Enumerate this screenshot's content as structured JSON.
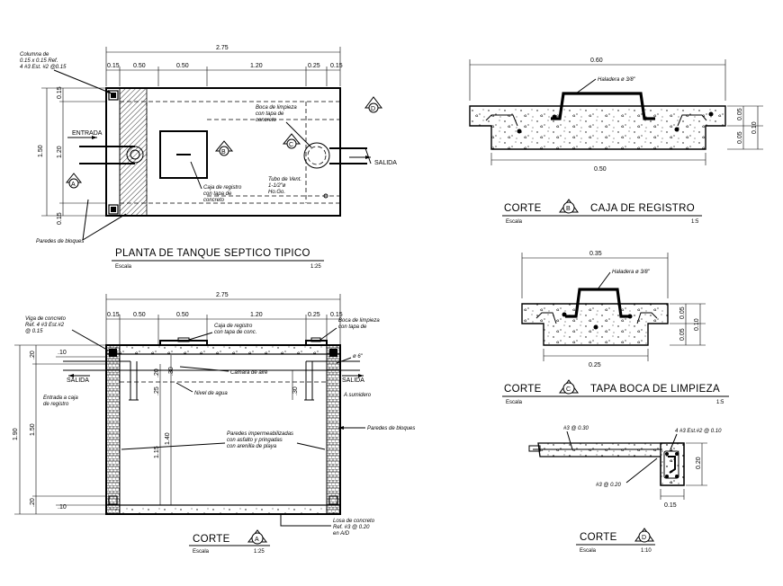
{
  "plan": {
    "title": "PLANTA DE TANQUE SEPTICO TIPICO",
    "scale_label": "Escala",
    "scale_value": "1:25",
    "dim_total": "2.75",
    "dim_segments": [
      "0.15",
      "0.50",
      "0.50",
      "1.20",
      "0.25",
      "0.15"
    ],
    "dim_left": [
      "0.15",
      "1.20",
      "0.15"
    ],
    "dim_outer_left": "1.50",
    "column_note": [
      "Columna de",
      "0.15 x 0.15  Ref.",
      "4 #3  Est. #2 @0.15"
    ],
    "entrada": "ENTRADA",
    "salida": "SALIDA",
    "boca_note": [
      "Boca de limpieza",
      "con tapa de",
      "concreto"
    ],
    "caja_note": [
      "Caja de registro",
      "con tapa de",
      "concreto"
    ],
    "tubo_note": [
      "Tubo de Vent.",
      "1-1/2\"ø",
      "Ho.Go."
    ],
    "paredes": "Paredes de bloques",
    "markers": {
      "a": "A",
      "b": "B",
      "c": "C",
      "d": "D"
    }
  },
  "section_a": {
    "title": "CORTE",
    "marker": "A",
    "scale_label": "Escala",
    "scale_value": "1:25",
    "dim_total": "2.75",
    "dim_segments": [
      "0.15",
      "0.50",
      "0.50",
      "1.20",
      "0.25",
      "0.15"
    ],
    "dim_left_outer": "1.90",
    "dim_left": [
      ".20",
      "1.50",
      ".20"
    ],
    "dim_left_small_top": ".10",
    "dim_left_small_bottom": ".10",
    "viga_note": [
      "Viga de concreto",
      "Ref. 4 #3 Est.#2",
      "@ 0.15"
    ],
    "caja_note": [
      "Caja de registro",
      "con tapa de conc."
    ],
    "boca_note": [
      "Boca de limpieza",
      "con tapa de"
    ],
    "pipe_dia": "ø 6\"",
    "salida_left": "SALIDA",
    "salida_right": "SALIDA",
    "camara": "Camara de aire",
    "nivel": "Nivel de agua",
    "a_sumidero": "A sumidero",
    "entrada_caja": [
      "Entrada a caja",
      "de registro"
    ],
    "paredes_bloques": "Paredes de bloques",
    "paredes_imp": [
      "Paredes impermeabilizadas",
      "con asfalto y pringadas",
      "con arenilla de playa"
    ],
    "losa_note": [
      "Losa de concreto",
      "Ref. #3 @ 0.20",
      "en A/D"
    ],
    "inner_dims": [
      ".20",
      ".30",
      ".25",
      "1.40",
      "1.15",
      ".30"
    ]
  },
  "section_b": {
    "title_left": "CORTE",
    "marker": "B",
    "title_right": "CAJA DE REGISTRO",
    "scale_label": "Escala",
    "scale_value": "1:5",
    "dim_top": "0.60",
    "dim_bottom": "0.50",
    "dim_right": [
      "0.05",
      "0.05",
      "0.10"
    ],
    "handle": "Haladera ø 3/8\""
  },
  "section_c": {
    "title_left": "CORTE",
    "marker": "C",
    "title_right": "TAPA BOCA DE LIMPIEZA",
    "scale_label": "Escala",
    "scale_value": "1:5",
    "dim_top": "0.35",
    "dim_bottom": "0.25",
    "dim_right": [
      "0.05",
      "0.05",
      "0.10"
    ],
    "handle": "Haladera ø 3/8\""
  },
  "section_d": {
    "title": "CORTE",
    "marker": "D",
    "scale_label": "Escala",
    "scale_value": "1:10",
    "rebar_top": "#3 @ 0.30",
    "rebar_bottom": "#3 @ 0.20",
    "beam_note": "4 #3 Est.#2 @ 0.10",
    "dim_right": "0.20",
    "dim_bottom": "0.15"
  }
}
